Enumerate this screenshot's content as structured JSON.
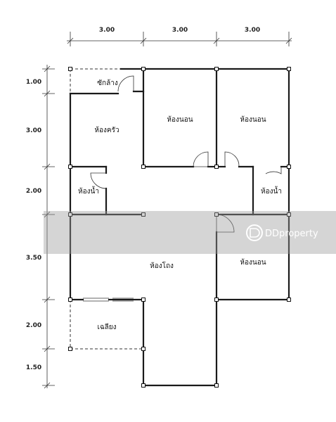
{
  "dimensions": {
    "top": [
      "3.00",
      "3.00",
      "3.00"
    ],
    "left": [
      "1.00",
      "3.00",
      "2.00",
      "3.50",
      "2.00",
      "1.50"
    ]
  },
  "rooms": {
    "laundry": "ซักล้าง",
    "kitchen": "ห้องครัว",
    "bedroom_1": "ห้องนอน",
    "bedroom_2": "ห้องนอน",
    "bathroom_1": "ห้องน้ำ",
    "bathroom_2": "ห้องน้ำ",
    "living_room": "ห้องโถง",
    "bedroom_3": "ห้องนอน",
    "porch": "เฉลียง"
  },
  "watermark": {
    "brand": "DDproperty"
  }
}
